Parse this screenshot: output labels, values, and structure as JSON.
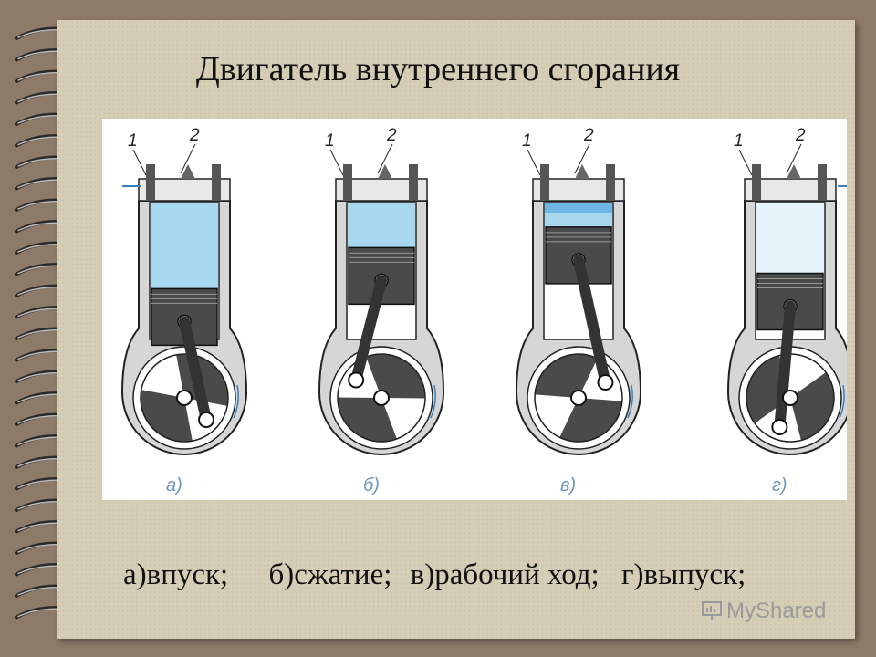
{
  "title": "Двигатель внутреннего сгорания",
  "figure": {
    "labels": [
      "1",
      "2"
    ],
    "panels": [
      {
        "letter": "а)",
        "stroke": "intake",
        "fill_level": 0.75,
        "crank_angle": 45
      },
      {
        "letter": "б)",
        "stroke": "compression",
        "fill_level": 0.35,
        "crank_angle": 215
      },
      {
        "letter": "в)",
        "stroke": "power",
        "fill_level": 0.15,
        "crank_angle": 330
      },
      {
        "letter": "г)",
        "stroke": "exhaust",
        "fill_level": 0.6,
        "crank_angle": 110
      }
    ],
    "colors": {
      "gas": "#a7d8f0",
      "gas_dark": "#6fb6e4",
      "metal": "#4a4a4a",
      "light_metal": "#d6d6d6",
      "label": "#6b96b8"
    }
  },
  "caption": {
    "a": "а)впуск;",
    "b": "б)сжатие;",
    "c": "в)рабочий ход;",
    "d": "г)выпуск;"
  },
  "watermark": "MyShared"
}
